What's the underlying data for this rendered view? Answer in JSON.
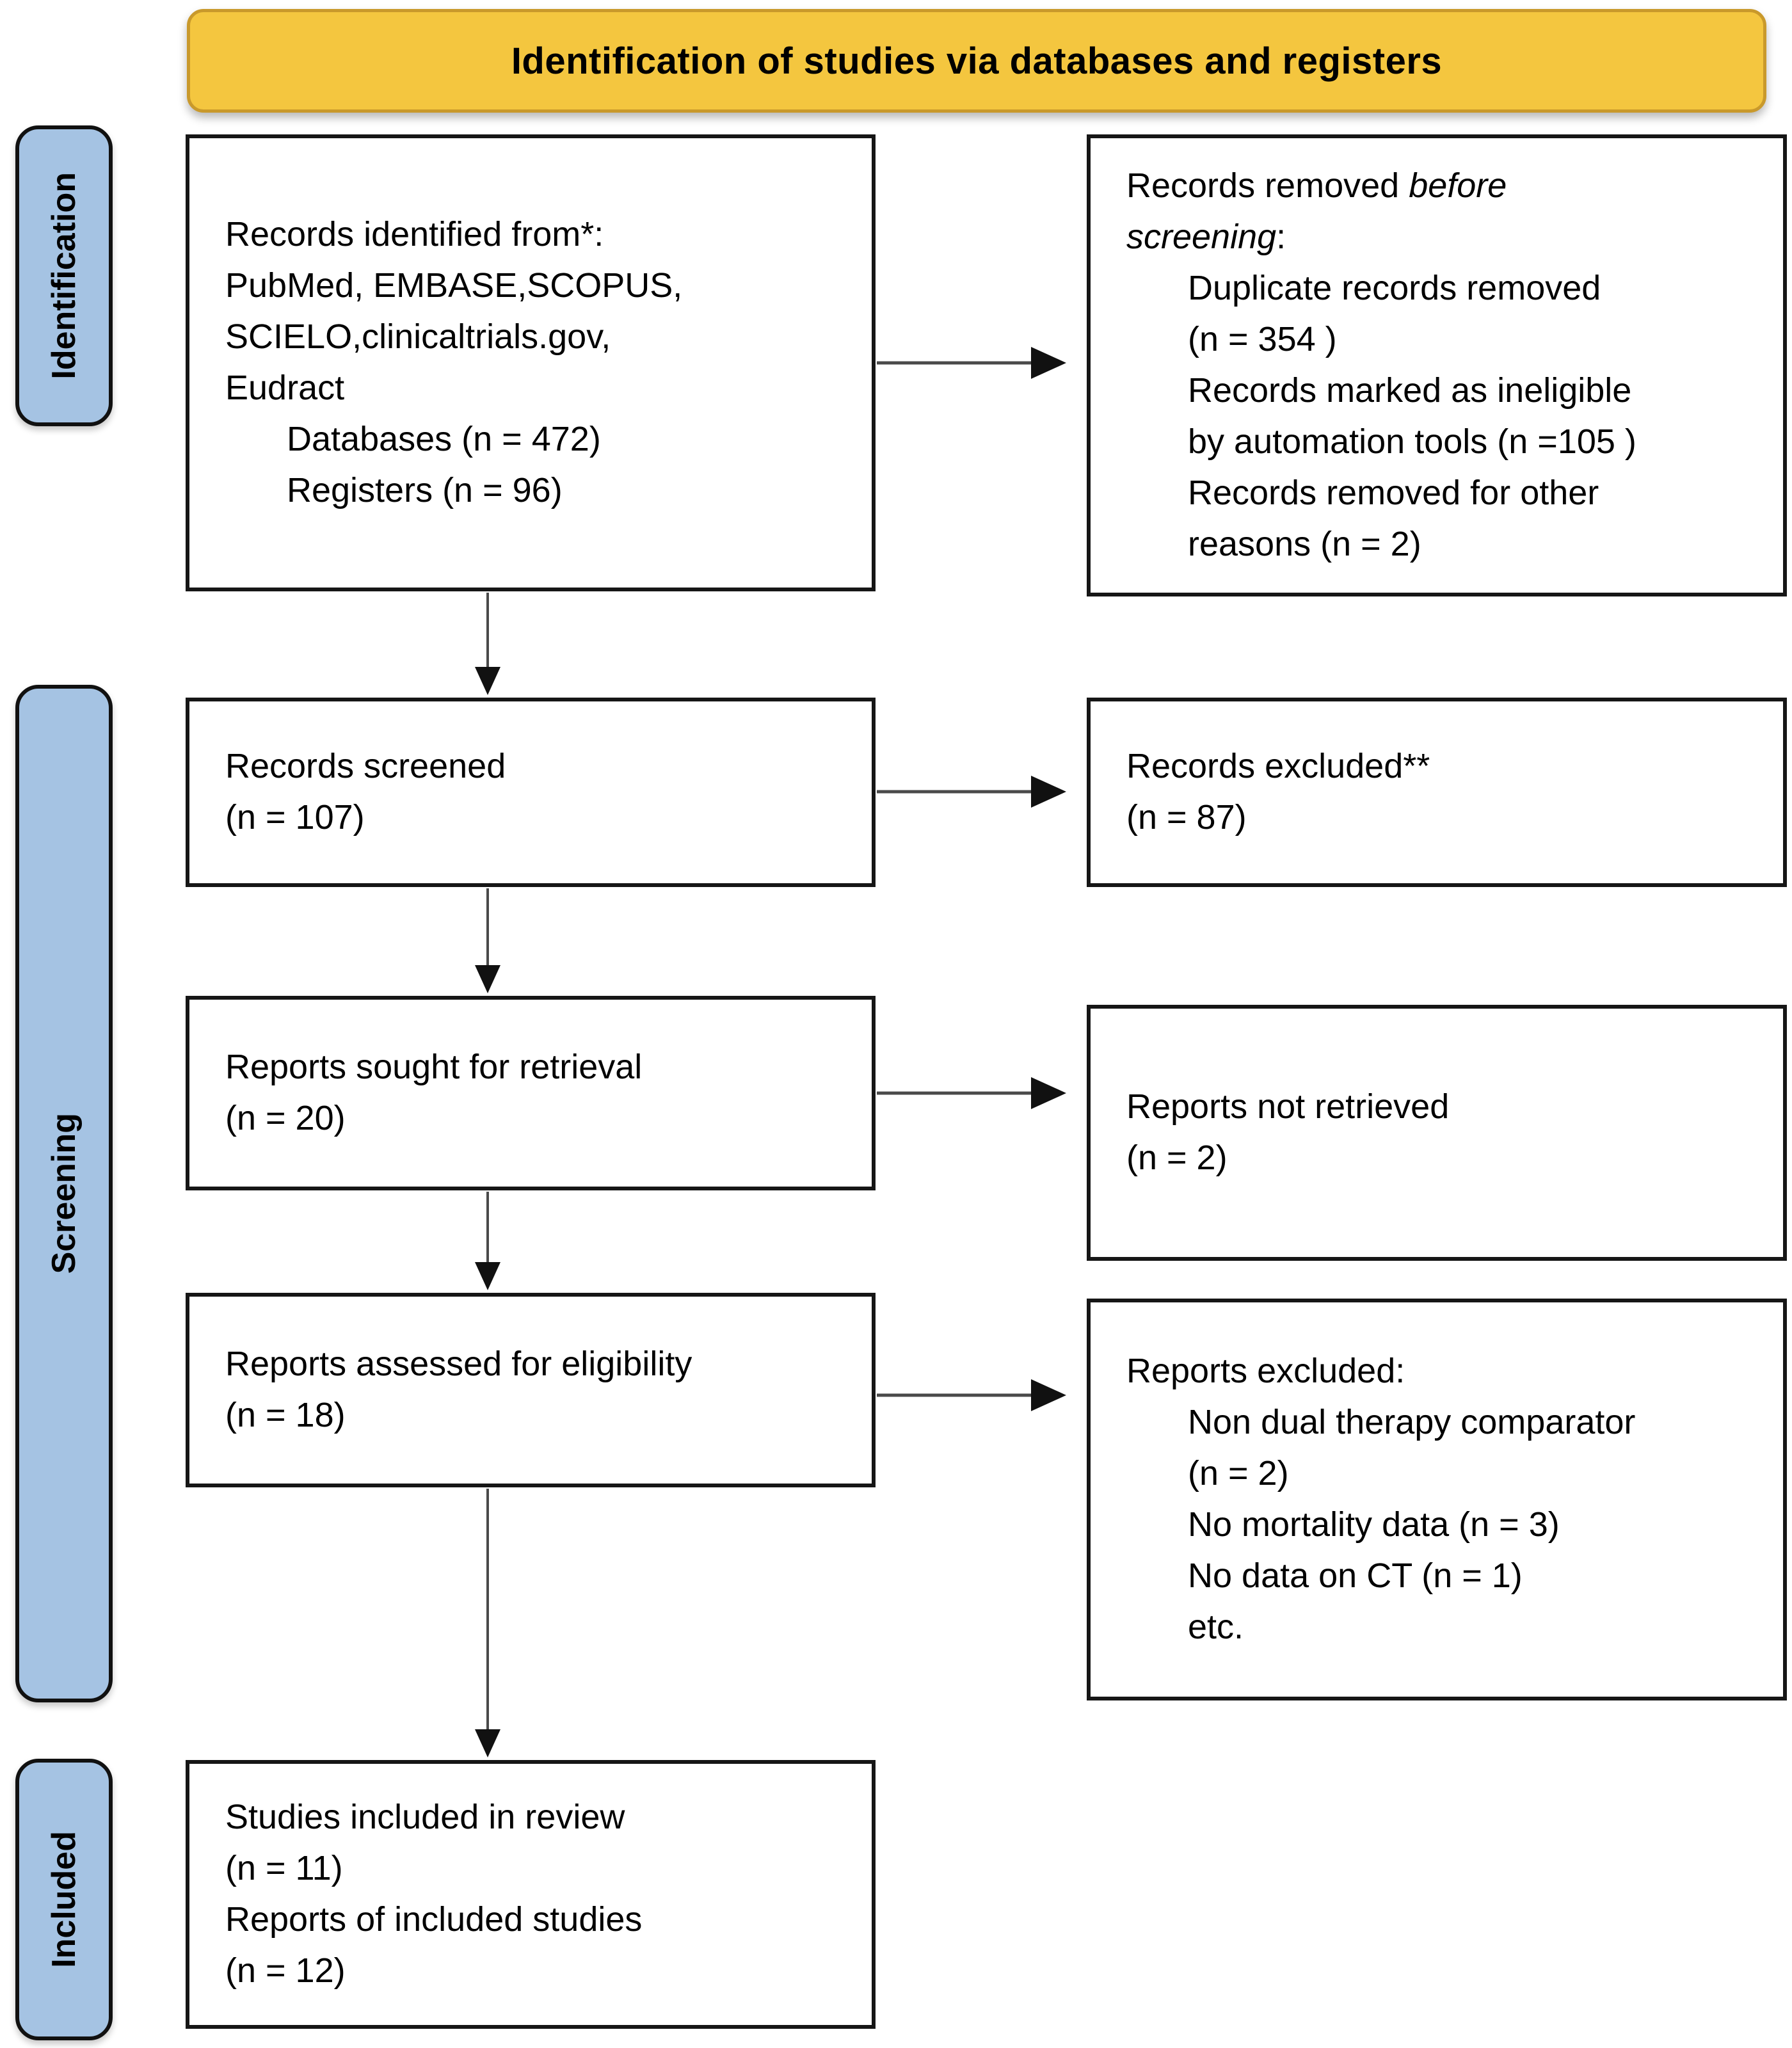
{
  "banner": {
    "title": "Identification of studies via databases and registers"
  },
  "colors": {
    "banner_bg": "#F4C63F",
    "banner_border": "#C9992B",
    "stage_bg": "#A5C3E3",
    "box_border": "#161616",
    "arrow_line": "#4A4A4A",
    "arrow_head": "#111111"
  },
  "stages": {
    "identification": "Identification",
    "screening": "Screening",
    "included": "Included"
  },
  "boxes": {
    "records_identified": {
      "lines": [
        "Records identified from*:",
        "PubMed, EMBASE,SCOPUS,",
        "SCIELO,clinicaltrials.gov,",
        "Eudract",
        "Databases (n = 472)",
        "Registers (n = 96)"
      ]
    },
    "records_removed": {
      "title_line1_normal": "Records removed ",
      "title_line1_italic": "before",
      "title_line2_italic": "screening",
      "title_line2_normal": ":",
      "items": [
        "Duplicate records removed",
        "(n = 354 )",
        "Records marked as ineligible",
        "by automation tools (n =105 )",
        "Records removed for other",
        "reasons (n = 2)"
      ]
    },
    "records_screened": {
      "lines": [
        "Records screened",
        "(n = 107)"
      ]
    },
    "records_excluded": {
      "lines": [
        "Records excluded**",
        "(n = 87)"
      ]
    },
    "reports_sought": {
      "lines": [
        "Reports sought for retrieval",
        "(n = 20)"
      ]
    },
    "reports_not_retrieved": {
      "lines": [
        "Reports not retrieved",
        "(n = 2)"
      ]
    },
    "reports_assessed": {
      "lines": [
        "Reports assessed for eligibility",
        "(n = 18)"
      ]
    },
    "reports_excluded": {
      "title": "Reports excluded:",
      "items": [
        "Non dual therapy comparator",
        "(n = 2)",
        "No mortality data (n = 3)",
        "No data on CT (n = 1)",
        "etc."
      ]
    },
    "studies_included": {
      "lines": [
        "Studies included in review",
        "(n = 11)",
        "Reports of included studies",
        "(n = 12)"
      ]
    }
  }
}
